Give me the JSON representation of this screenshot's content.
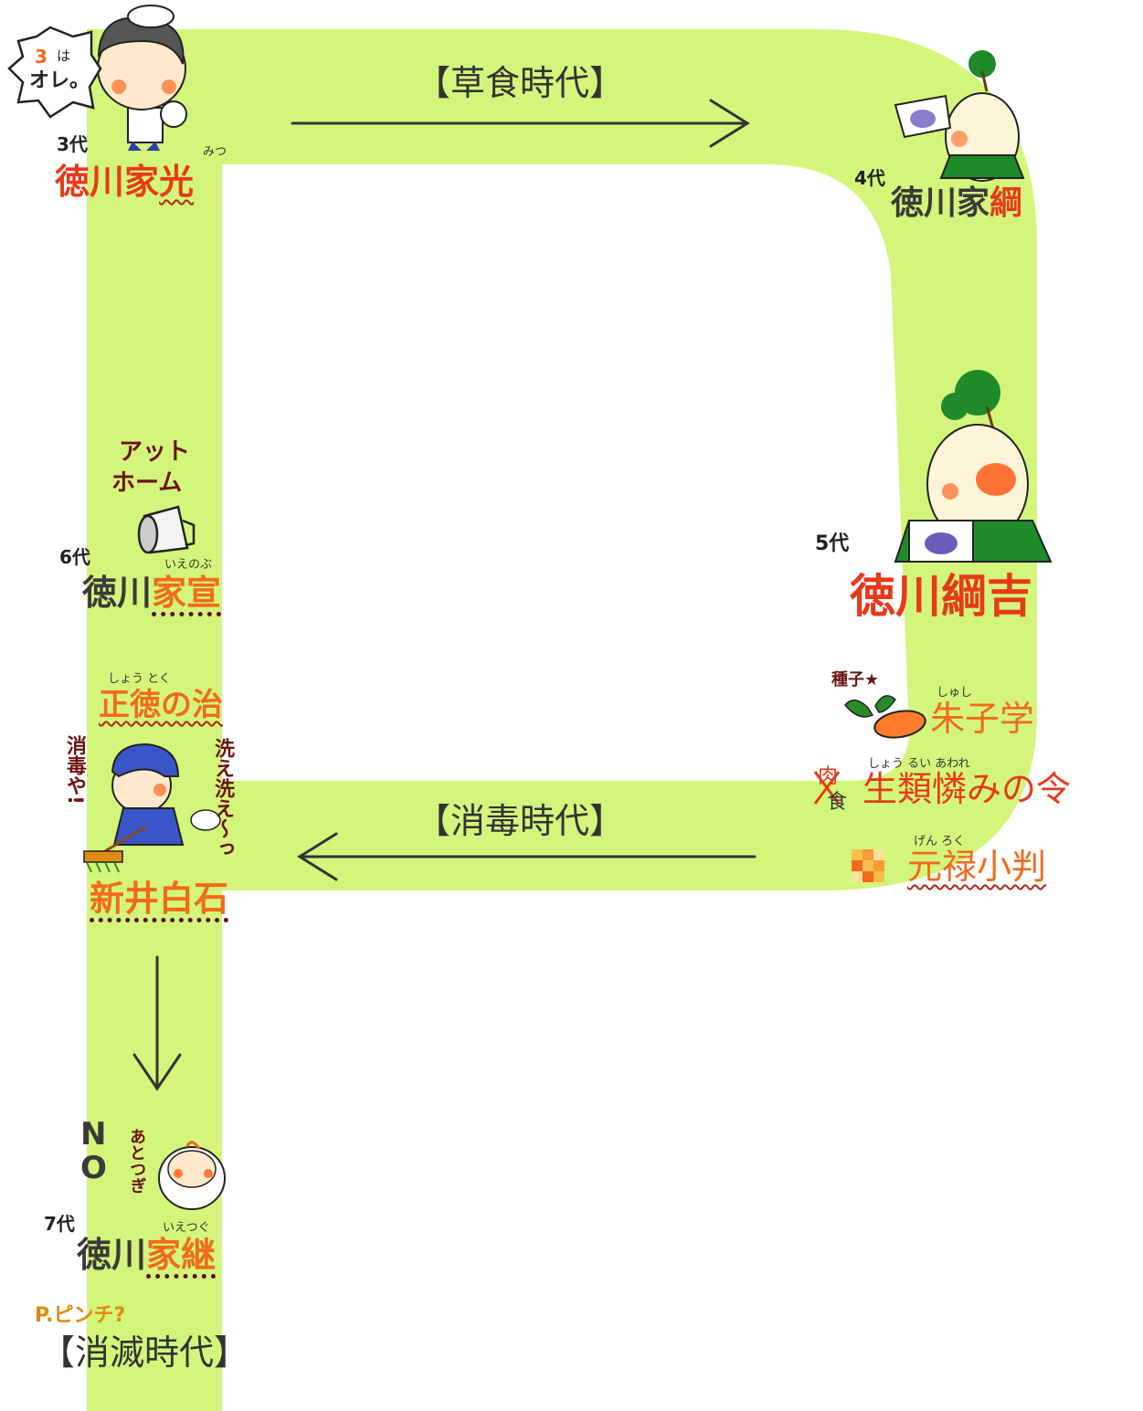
{
  "eras": {
    "grass": "【草食時代】",
    "disinfect": "【消毒時代】",
    "vanish": "【消滅時代】"
  },
  "shoguns": {
    "iemitsu": {
      "gen": "3代",
      "prefix": "徳川家",
      "suffix": "光",
      "ruby": "みつ",
      "badge_num": "3",
      "badge_ha": "は",
      "badge_text": "オレ。"
    },
    "ietsuna": {
      "gen": "4代",
      "prefix": "徳川家",
      "suffix": "綱"
    },
    "tsunayoshi": {
      "gen": "5代",
      "name": "徳川綱吉"
    },
    "ienobu": {
      "gen": "6代",
      "prefix": "徳川",
      "suffix": "家宣",
      "ruby": "いえのぶ",
      "note": [
        "アット",
        "ホーム"
      ]
    },
    "ietsugu": {
      "gen": "7代",
      "prefix": "徳川",
      "suffix": "家継",
      "ruby": "いえつぐ",
      "note": "あとつぎ",
      "no": [
        "N",
        "O"
      ]
    }
  },
  "policies": {
    "shushigaku": {
      "label": "朱子学",
      "ruby": "しゅし",
      "seed": "種子★"
    },
    "shorui": {
      "label": "生類憐みの令",
      "ruby": "しょう るい あわれ",
      "crossed": "肉",
      "replacement": "食"
    },
    "genroku": {
      "label": "元禄小判",
      "ruby": "げん ろく"
    }
  },
  "hakuseki": {
    "name": "新井白石",
    "policy": "正徳の治",
    "ruby": "しょう とく",
    "shout_left": "消毒や!",
    "shout_right": "洗え洗え〜っ"
  },
  "footer": {
    "pinch": "P.ピンチ?"
  },
  "colors": {
    "track": "#d4f57b",
    "orange": "#f26a1b",
    "red": "#e63a1a",
    "brown": "#6b1414"
  }
}
